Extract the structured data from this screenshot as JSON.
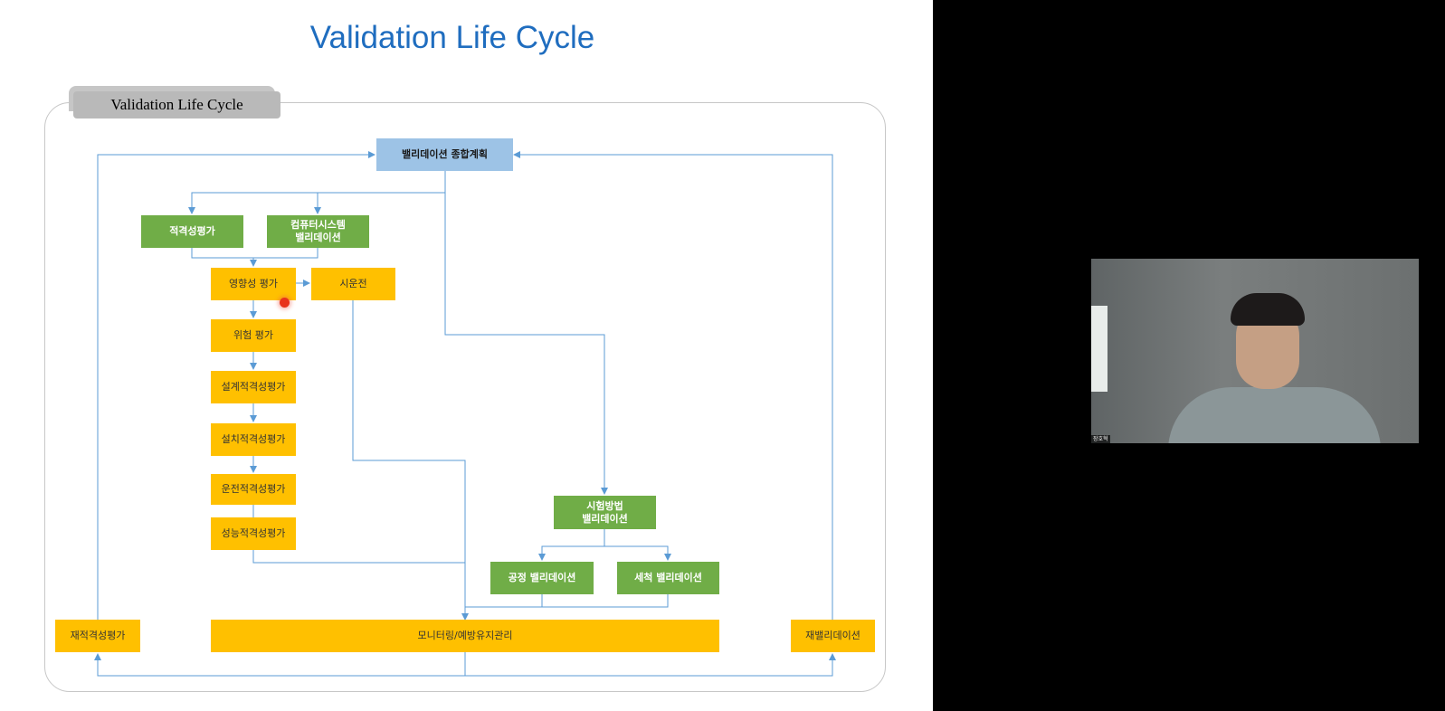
{
  "slide": {
    "title": "Validation Life Cycle",
    "tab_label": "Validation Life Cycle",
    "colors": {
      "title": "#1f6dbf",
      "plan_box": "#9dc3e6",
      "green_box": "#70ad47",
      "orange_box": "#ffc000",
      "connector": "#5b9bd5"
    },
    "nodes": {
      "master_plan": "밸리데이션 종합계획",
      "qualification": "적격성평가",
      "csv": "컴퓨터시스템\n밸리데이션",
      "impact": "영향성 평가",
      "commissioning": "시운전",
      "risk": "위험 평가",
      "dq": "설계적격성평가",
      "iq": "설치적격성평가",
      "oq": "운전적격성평가",
      "pq": "성능적격성평가",
      "method_validation": "시험방법\n밸리데이션",
      "process_validation": "공정 밸리데이션",
      "cleaning_validation": "세척 밸리데이션",
      "monitoring": "모니터링/예방유지관리",
      "requalification": "재적격성평가",
      "revalidation": "재밸리데이션"
    }
  },
  "video": {
    "participant_name": "장호혁"
  }
}
